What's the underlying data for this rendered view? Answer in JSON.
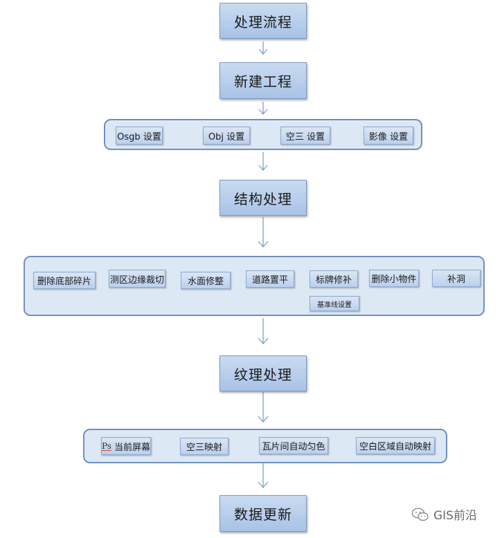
{
  "steps": {
    "step1": "处理流程",
    "step2": "新建工程",
    "step3": "结构处理",
    "step4": "纹理处理",
    "step5": "数据更新"
  },
  "settings": {
    "items": [
      "Osgb 设置",
      "Obj 设置",
      "空三 设置",
      "影像 设置"
    ]
  },
  "structure": {
    "items": [
      "删除底部碎片",
      "测区边缘裁切",
      "水面修整",
      "道路置平",
      "标牌修补",
      "删除小物件",
      "补洞"
    ],
    "extra": "基准线设置"
  },
  "texture": {
    "ps_logo": "Ps",
    "items": [
      "当前屏幕",
      "空三映射",
      "瓦片间自动匀色",
      "空白区域自动映射"
    ]
  },
  "watermark": {
    "text": "GIS前沿",
    "icon": "wechat-icon"
  },
  "colors": {
    "box_fill": "#b8cdea",
    "box_border": "#7c9ac4",
    "group_fill": "#dde8f5",
    "arrow": "#7f9fca"
  }
}
